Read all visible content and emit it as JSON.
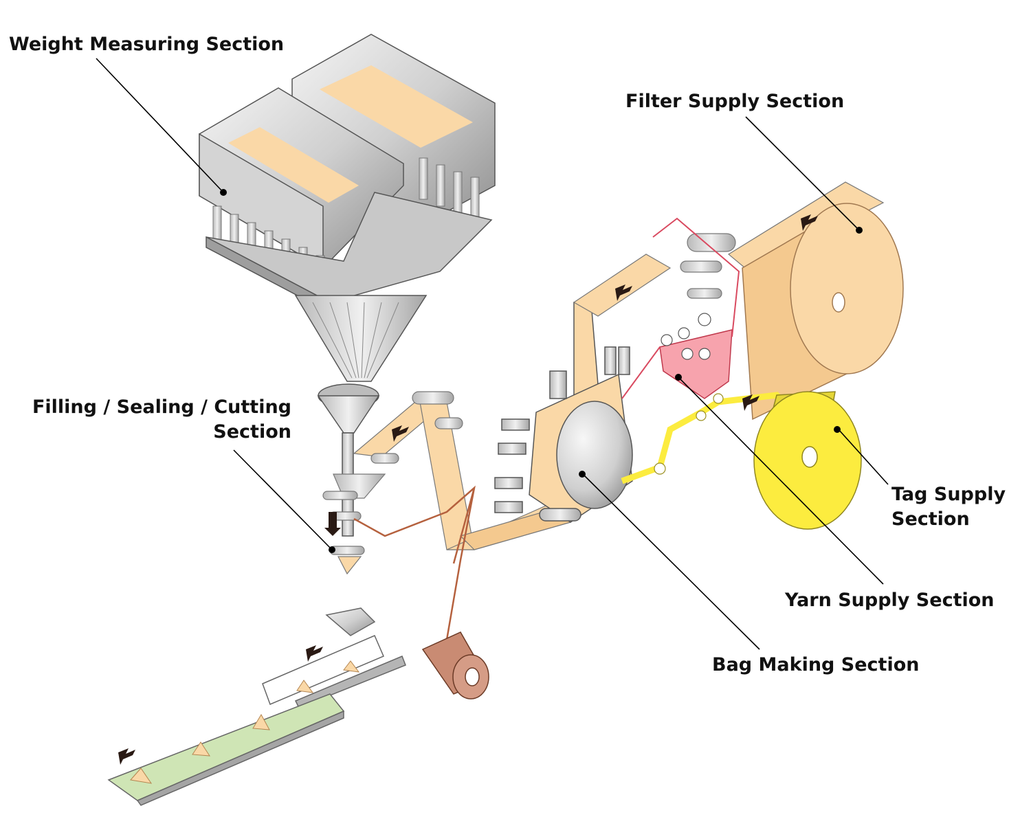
{
  "labels": {
    "weight_measuring": "Weight Measuring Section",
    "filling_line1": "Filling / Sealing / Cutting",
    "filling_line2": "Section",
    "filter_supply": "Filter Supply Section",
    "tag_line1": "Tag Supply",
    "tag_line2": "Section",
    "yarn_supply": "Yarn Supply Section",
    "bag_making": "Bag Making Section"
  },
  "colors": {
    "filter": "#fad8a7",
    "tag": "#fcec3f",
    "yarn": "#e8677b",
    "thread": "#b5613e",
    "thread_roll": "#c98b73",
    "conveyor": "#cfe5b5",
    "metal": "#d9d9d9",
    "metal_dark": "#9a9a9a",
    "arrow": "#2a1a14"
  },
  "icons": {
    "flow_arrow": "arrow-icon",
    "leader_dot": "dot-icon"
  }
}
